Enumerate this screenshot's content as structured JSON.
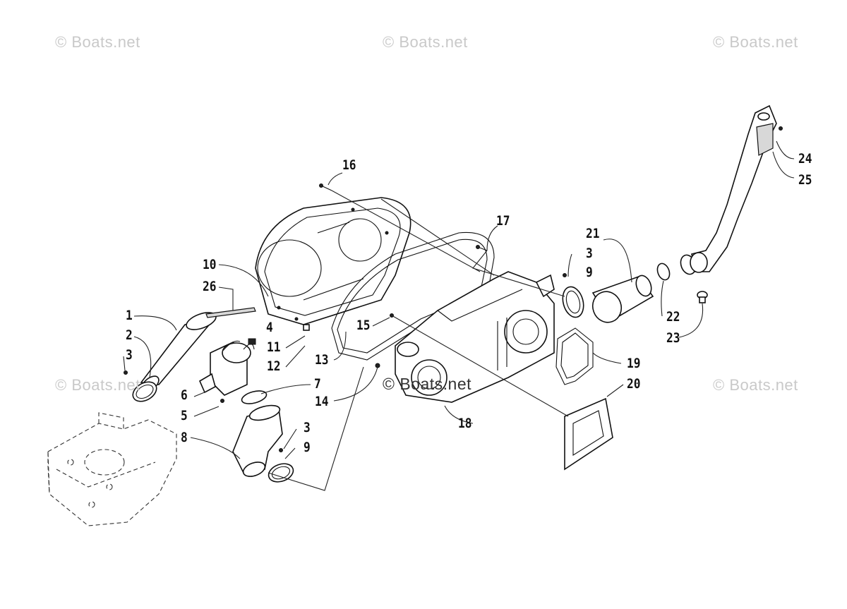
{
  "watermarks": {
    "w1": "© Boats.net",
    "w2": "© Boats.net",
    "w3": "© Boats.net",
    "w4": "© Boats.net",
    "w5": "© Boats.net",
    "w6": "© Boats.net"
  },
  "callouts": {
    "c1": "1",
    "c2": "2",
    "c3a": "3",
    "c3b": "3",
    "c3c": "3",
    "c4": "4",
    "c5": "5",
    "c6": "6",
    "c7": "7",
    "c8": "8",
    "c9a": "9",
    "c9b": "9",
    "c10": "10",
    "c11": "11",
    "c12": "12",
    "c13": "13",
    "c14": "14",
    "c15": "15",
    "c16": "16",
    "c17": "17",
    "c18": "18",
    "c19": "19",
    "c20": "20",
    "c21": "21",
    "c22": "22",
    "c23": "23",
    "c24": "24",
    "c25": "25",
    "c26": "26"
  }
}
